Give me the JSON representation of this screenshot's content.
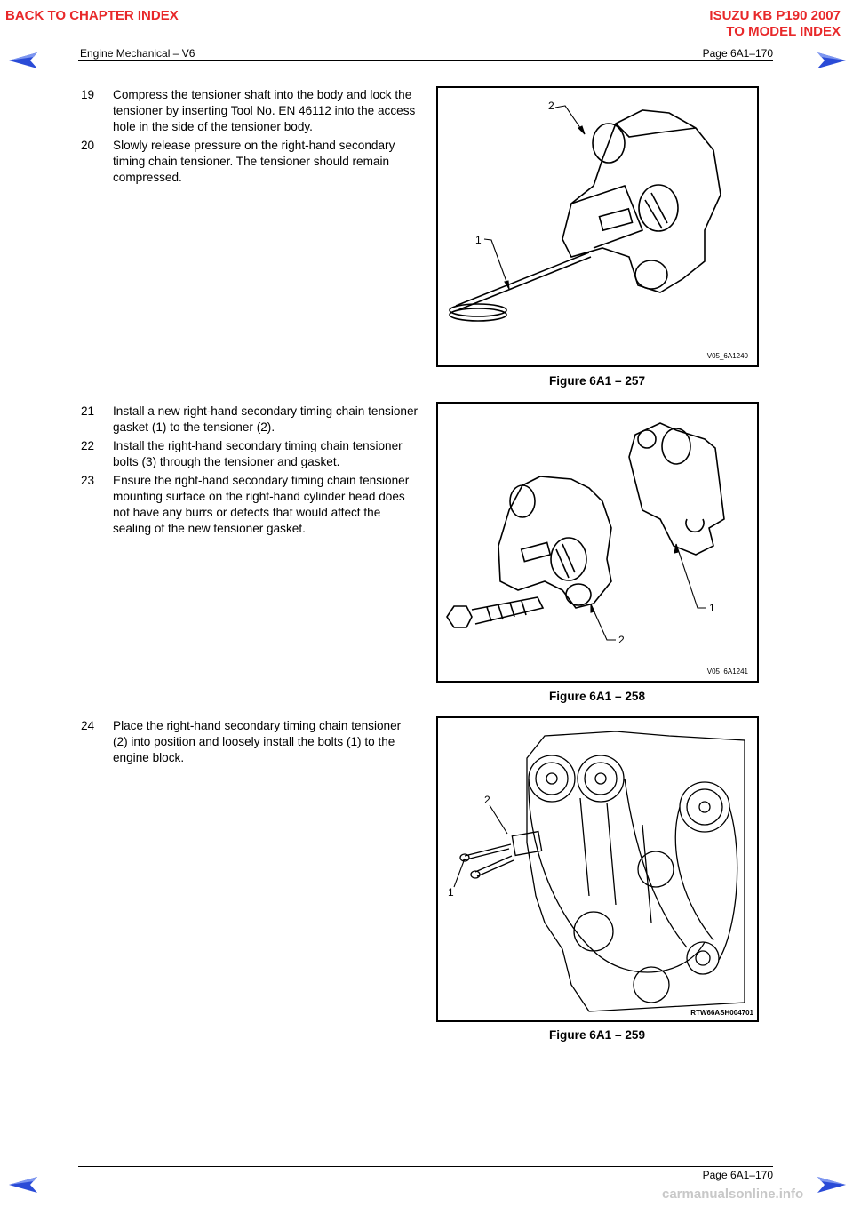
{
  "nav": {
    "back_chapter": "BACK TO CHAPTER INDEX",
    "model_title": "ISUZU KB P190 2007",
    "to_model": "TO MODEL INDEX"
  },
  "header": {
    "left": "Engine Mechanical – V6",
    "right": "Page 6A1–170"
  },
  "footer": {
    "right": "Page 6A1–170"
  },
  "watermark": "carmanualsonline.info",
  "colors": {
    "nav_red": "#e8282a",
    "arrow_blue": "#2a4bd7"
  },
  "sections": [
    {
      "steps": [
        {
          "num": "19",
          "text": "Compress the tensioner shaft into the body and lock the tensioner by inserting Tool No. EN 46112 into the access hole in the side of the tensioner body."
        },
        {
          "num": "20",
          "text": "Slowly release pressure on the right-hand secondary timing chain tensioner. The tensioner should remain compressed."
        }
      ],
      "figure": {
        "caption": "Figure 6A1 – 257",
        "image_id": "V05_6A1240",
        "callouts": [
          "1",
          "2"
        ]
      }
    },
    {
      "steps": [
        {
          "num": "21",
          "text": "Install a new right-hand secondary timing chain tensioner gasket (1) to the tensioner (2)."
        },
        {
          "num": "22",
          "text": "Install the right-hand secondary timing chain tensioner bolts (3) through the tensioner and gasket."
        },
        {
          "num": "23",
          "text": "Ensure the right-hand secondary timing chain tensioner mounting surface on the right-hand cylinder head does not have any burrs or defects that would affect the sealing of the new tensioner gasket."
        }
      ],
      "figure": {
        "caption": "Figure 6A1 – 258",
        "image_id": "V05_6A1241",
        "callouts": [
          "1",
          "2"
        ]
      }
    },
    {
      "steps": [
        {
          "num": "24",
          "text": "Place the right-hand secondary timing chain tensioner (2) into position and loosely install the bolts (1) to the engine block."
        }
      ],
      "figure": {
        "caption": "Figure 6A1 – 259",
        "image_id": "RTW66ASH004701",
        "callouts": [
          "1",
          "2"
        ]
      }
    }
  ]
}
